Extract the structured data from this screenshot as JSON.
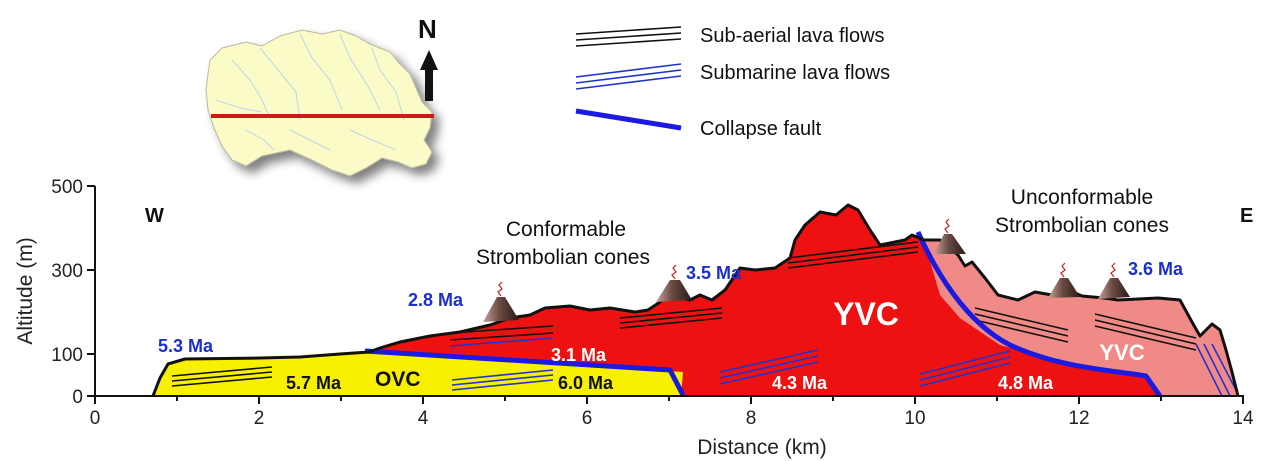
{
  "north_label": "N",
  "legend": {
    "subaerial": "Sub-aerial lava flows",
    "submarine": "Submarine lava flows",
    "fault": "Collapse fault"
  },
  "sides": {
    "west": "W",
    "east": "E"
  },
  "axes": {
    "xlabel": "Distance (km)",
    "ylabel": "Altitude (m)",
    "xticks": [
      "0",
      "2",
      "4",
      "6",
      "8",
      "10",
      "12",
      "14"
    ],
    "yticks": [
      "0",
      "100",
      "300",
      "500"
    ]
  },
  "annotations": {
    "conformable_line1": "Conformable",
    "conformable_line2": "Strombolian cones",
    "unconformable_line1": "Unconformable",
    "unconformable_line2": "Strombolian cones"
  },
  "ages": {
    "a53": "5.3 Ma",
    "a57": "5.7 Ma",
    "a60": "6.0 Ma",
    "a28": "2.8 Ma",
    "a31": "3.1 Ma",
    "a35": "3.5 Ma",
    "a43": "4.3 Ma",
    "a48": "4.8 Ma",
    "a36": "3.6 Ma"
  },
  "units": {
    "ovc": "OVC",
    "yvc_main": "YVC",
    "yvc_east": "YVC"
  },
  "colors": {
    "ovc_yellow": "#f7f000",
    "yvc_red": "#ee1111",
    "yvc_pink": "#f08a86",
    "fault_blue": "#1a1ae0",
    "submarine_blue": "#2233cc",
    "map_fill": "#fbfbc8",
    "map_line": "#d21919"
  }
}
